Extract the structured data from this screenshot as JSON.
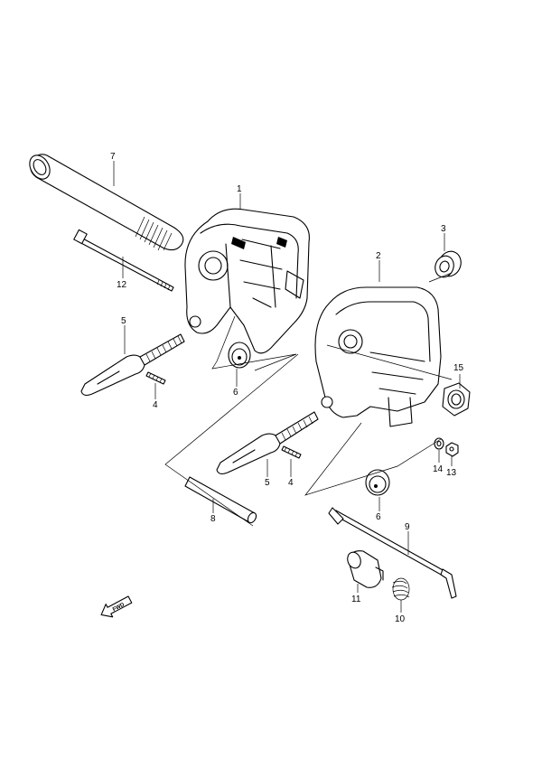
{
  "diagram": {
    "callouts": [
      "1",
      "2",
      "3",
      "4",
      "4",
      "5",
      "5",
      "6",
      "6",
      "7",
      "8",
      "9",
      "10",
      "11",
      "12",
      "13",
      "14",
      "15"
    ],
    "fwd_label": "FWD"
  }
}
